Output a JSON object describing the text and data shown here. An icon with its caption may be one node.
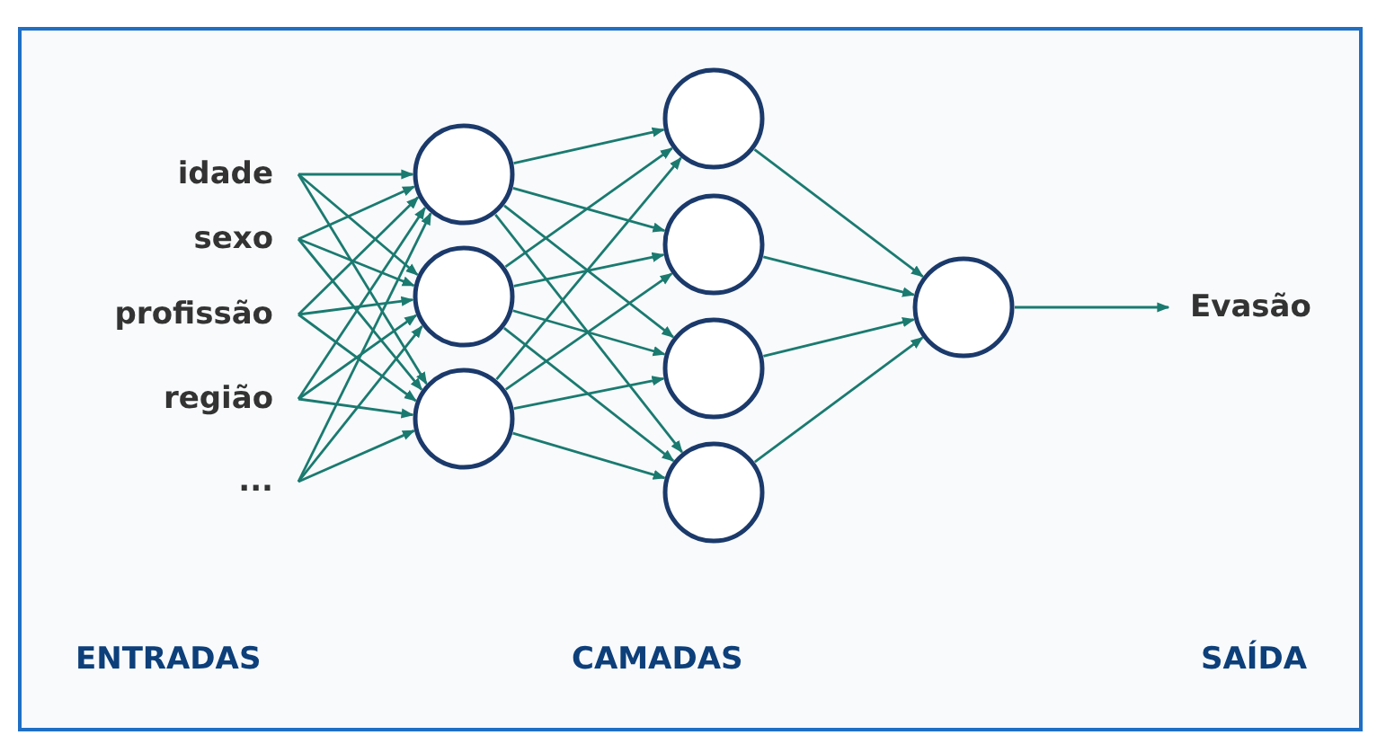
{
  "diagram": {
    "nodes": [
      {
        "text": [
          "idade"
        ]
      },
      {
        "text": [
          "sexo"
        ]
      },
      {
        "text": [
          "profissão"
        ]
      },
      {
        "text": [
          "região"
        ]
      },
      {
        "text": [
          "..."
        ]
      },
      {
        "text": [],
        "shape": "circle"
      },
      {
        "text": [],
        "shape": "circle"
      },
      {
        "text": [],
        "shape": "circle"
      },
      {
        "text": [],
        "shape": "circle"
      },
      {
        "text": [],
        "shape": "circle"
      },
      {
        "text": [],
        "shape": "circle"
      },
      {
        "text": [],
        "shape": "circle"
      },
      {
        "text": [],
        "shape": "circle"
      },
      {
        "text": [
          "Evasão"
        ]
      }
    ],
    "edges": [
      {
        "from": 0,
        "to": 5,
        "arrow": "to"
      },
      {
        "from": 0,
        "to": 6,
        "arrow": "to"
      },
      {
        "from": 0,
        "to": 7,
        "arrow": "to"
      },
      {
        "from": 1,
        "to": 5,
        "arrow": "to"
      },
      {
        "from": 1,
        "to": 6,
        "arrow": "to"
      },
      {
        "from": 1,
        "to": 7,
        "arrow": "to"
      },
      {
        "from": 2,
        "to": 5,
        "arrow": "to"
      },
      {
        "from": 2,
        "to": 6,
        "arrow": "to"
      },
      {
        "from": 2,
        "to": 7,
        "arrow": "to"
      },
      {
        "from": 3,
        "to": 5,
        "arrow": "to"
      },
      {
        "from": 3,
        "to": 6,
        "arrow": "to"
      },
      {
        "from": 3,
        "to": 7,
        "arrow": "to"
      },
      {
        "from": 4,
        "to": 5,
        "arrow": "to"
      },
      {
        "from": 4,
        "to": 6,
        "arrow": "to"
      },
      {
        "from": 4,
        "to": 7,
        "arrow": "to"
      },
      {
        "from": 5,
        "to": 8,
        "arrow": "to"
      },
      {
        "from": 5,
        "to": 9,
        "arrow": "to"
      },
      {
        "from": 5,
        "to": 10,
        "arrow": "to"
      },
      {
        "from": 5,
        "to": 11,
        "arrow": "to"
      },
      {
        "from": 6,
        "to": 8,
        "arrow": "to"
      },
      {
        "from": 6,
        "to": 9,
        "arrow": "to"
      },
      {
        "from": 6,
        "to": 10,
        "arrow": "to"
      },
      {
        "from": 6,
        "to": 11,
        "arrow": "to"
      },
      {
        "from": 7,
        "to": 8,
        "arrow": "to"
      },
      {
        "from": 7,
        "to": 9,
        "arrow": "to"
      },
      {
        "from": 7,
        "to": 10,
        "arrow": "to"
      },
      {
        "from": 7,
        "to": 11,
        "arrow": "to"
      },
      {
        "from": 8,
        "to": 12,
        "arrow": "to"
      },
      {
        "from": 9,
        "to": 12,
        "arrow": "to"
      },
      {
        "from": 10,
        "to": 12,
        "arrow": "to"
      },
      {
        "from": 11,
        "to": 12,
        "arrow": "to"
      },
      {
        "from": 12,
        "to": 13,
        "arrow": "to"
      }
    ],
    "labels": [
      "ENTRADAS",
      "CAMADAS",
      "SAÍDA"
    ]
  }
}
